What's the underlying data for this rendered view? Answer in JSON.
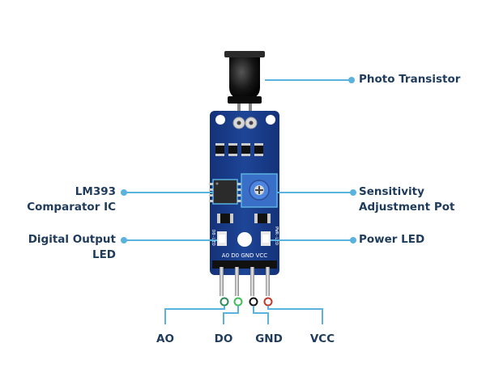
{
  "labels": {
    "photo_transistor": "Photo Transistor",
    "lm393_line1": "LM393",
    "lm393_line2": "Comparator IC",
    "sensitivity_line1": "Sensitivity",
    "sensitivity_line2": "Adjustment Pot",
    "digital_output_line1": "Digital Output",
    "digital_output_line2": "LED",
    "power_led": "Power LED",
    "pin_ao": "AO",
    "pin_do": "DO",
    "pin_gnd": "GND",
    "pin_vcc": "VCC"
  },
  "board_text": {
    "pin_row": "A0 D0 GND VCC",
    "do_led_mark": "D0-LED",
    "pwr_led_mark": "PWR-LED"
  },
  "colors": {
    "label_text": "#1f3b5c",
    "callout_line": "#5ab3df",
    "pcb": "#1b3f8f",
    "pin_ao": "#2e8b57",
    "pin_do": "#3cbf5a",
    "pin_gnd": "#111111",
    "pin_vcc": "#c0392b"
  }
}
